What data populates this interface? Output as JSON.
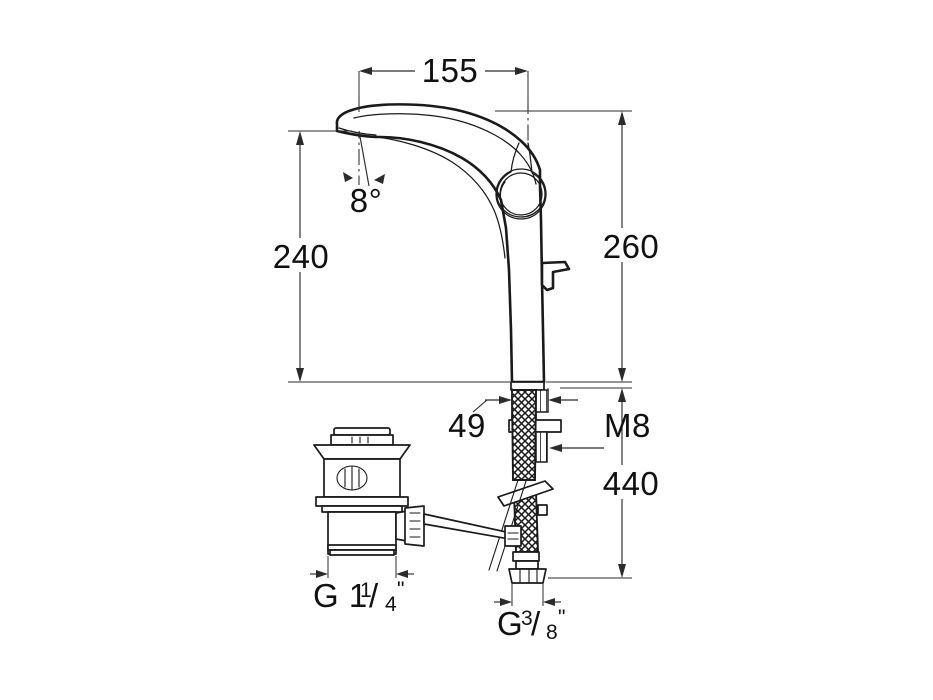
{
  "drawing": {
    "title": "Faucet technical dimension drawing",
    "background_color": "#ffffff",
    "line_color": "#1a1a1a",
    "dimension_color": "#2b2b2b"
  },
  "dimensions": {
    "spout_reach": "155",
    "spout_angle": "8°",
    "spout_height": "240",
    "total_body_height": "260",
    "hose_length": "440",
    "shank_offset": "49",
    "thread_stud": "M8"
  },
  "threads": {
    "drain_outlet_prefix": "G 1",
    "drain_outlet_numerator": "1",
    "drain_outlet_denominator": "4",
    "drain_outlet_quote": "\"",
    "supply_prefix": "G",
    "supply_numerator": "3",
    "supply_denominator": "8",
    "supply_quote": "\""
  },
  "parts": {
    "spout": "spout-body",
    "handle": "lever-handle-ring",
    "popup_lever": "popup-rod-lever",
    "shank": "mounting-shank",
    "hose": "braided-flexible-hose",
    "waste": "popup-waste-drain",
    "linkage": "popup-linkage-rod",
    "lift_rod": "lift-rod"
  }
}
